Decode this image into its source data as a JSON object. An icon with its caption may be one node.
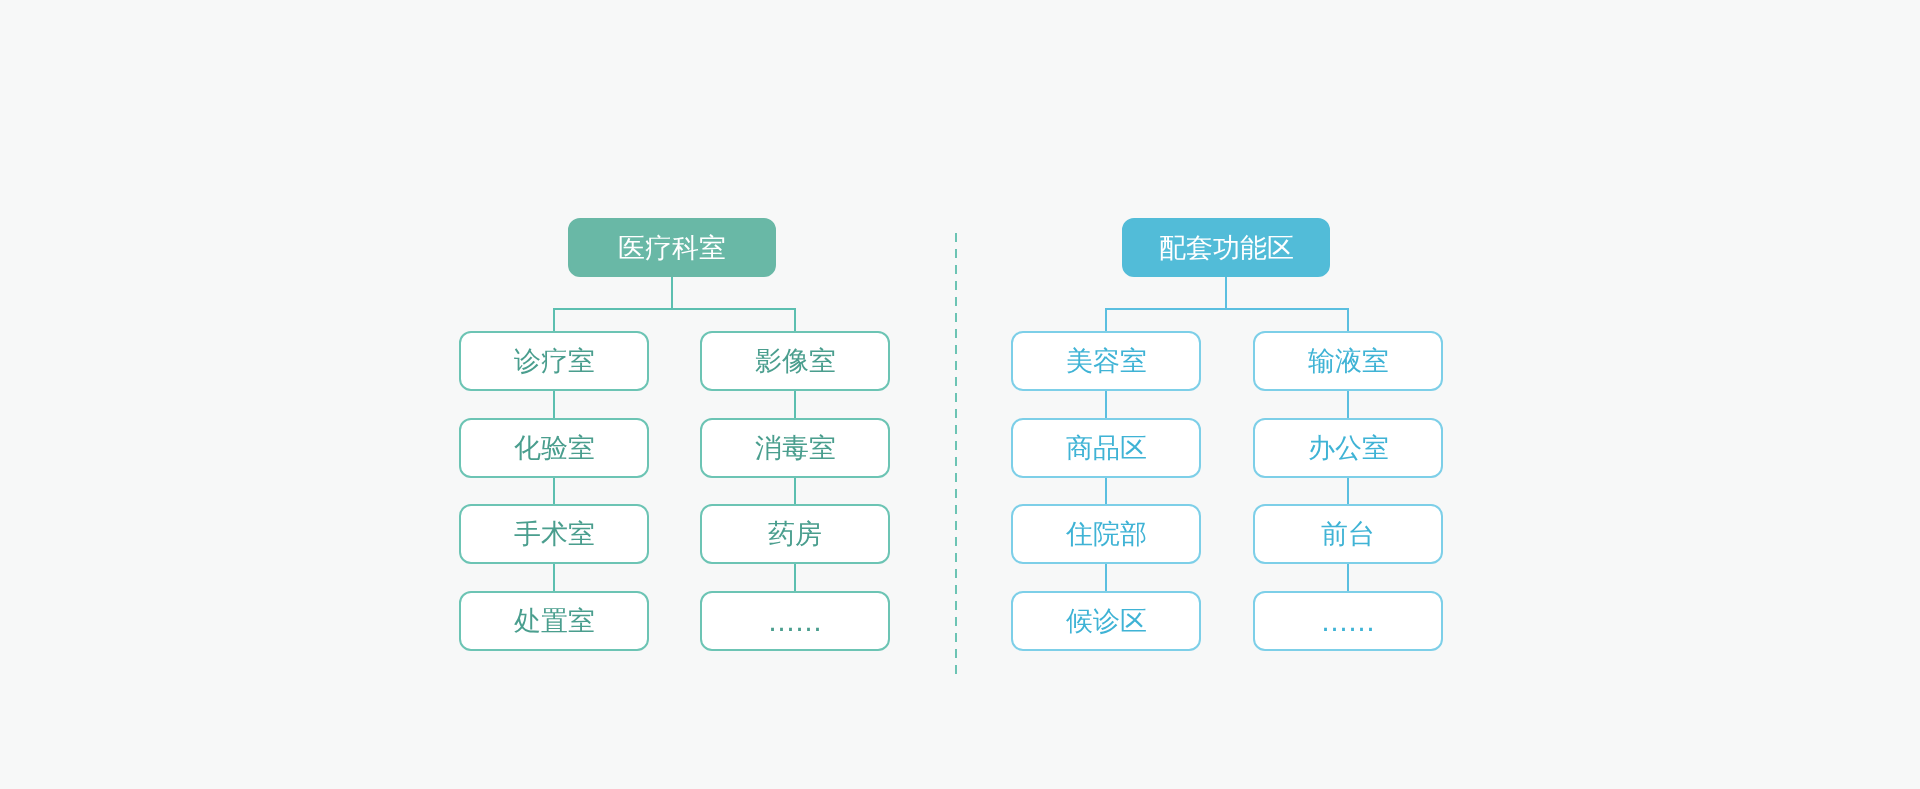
{
  "diagram": {
    "nodes": [
      {
        "text": [
          "医疗科室"
        ]
      },
      {
        "text": [
          "诊疗室"
        ]
      },
      {
        "text": [
          "化验室"
        ]
      },
      {
        "text": [
          "手术室"
        ]
      },
      {
        "text": [
          "处置室"
        ]
      },
      {
        "text": [
          "影像室"
        ]
      },
      {
        "text": [
          "消毒室"
        ]
      },
      {
        "text": [
          "药房"
        ]
      },
      {
        "text": [
          "……"
        ]
      },
      {
        "text": [
          "配套功能区"
        ]
      },
      {
        "text": [
          "美容室"
        ]
      },
      {
        "text": [
          "商品区"
        ]
      },
      {
        "text": [
          "住院部"
        ]
      },
      {
        "text": [
          "候诊区"
        ]
      },
      {
        "text": [
          "输液室"
        ]
      },
      {
        "text": [
          "办公室"
        ]
      },
      {
        "text": [
          "前台"
        ]
      },
      {
        "text": [
          "……"
        ]
      }
    ],
    "edges": [
      {
        "from": 0,
        "to": 1,
        "arrow": "none"
      },
      {
        "from": 0,
        "to": 5,
        "arrow": "none"
      },
      {
        "from": 1,
        "to": 2,
        "arrow": "none"
      },
      {
        "from": 2,
        "to": 3,
        "arrow": "none"
      },
      {
        "from": 3,
        "to": 4,
        "arrow": "none"
      },
      {
        "from": 5,
        "to": 6,
        "arrow": "none"
      },
      {
        "from": 6,
        "to": 7,
        "arrow": "none"
      },
      {
        "from": 7,
        "to": 8,
        "arrow": "none"
      },
      {
        "from": 9,
        "to": 10,
        "arrow": "none",
        "color": "#5bbfe0"
      },
      {
        "from": 9,
        "to": 14,
        "arrow": "none",
        "color": "#5bbfe0"
      },
      {
        "from": 10,
        "to": 11,
        "arrow": "none",
        "color": "#5bbfe0"
      },
      {
        "from": 11,
        "to": 12,
        "arrow": "none",
        "color": "#5bbfe0"
      },
      {
        "from": 12,
        "to": 13,
        "arrow": "none",
        "color": "#5bbfe0"
      },
      {
        "from": 14,
        "to": 15,
        "arrow": "none",
        "color": "#5bbfe0"
      },
      {
        "from": 15,
        "to": 16,
        "arrow": "none",
        "color": "#5bbfe0"
      },
      {
        "from": 16,
        "to": 17,
        "arrow": "none",
        "color": "#5bbfe0"
      }
    ]
  }
}
